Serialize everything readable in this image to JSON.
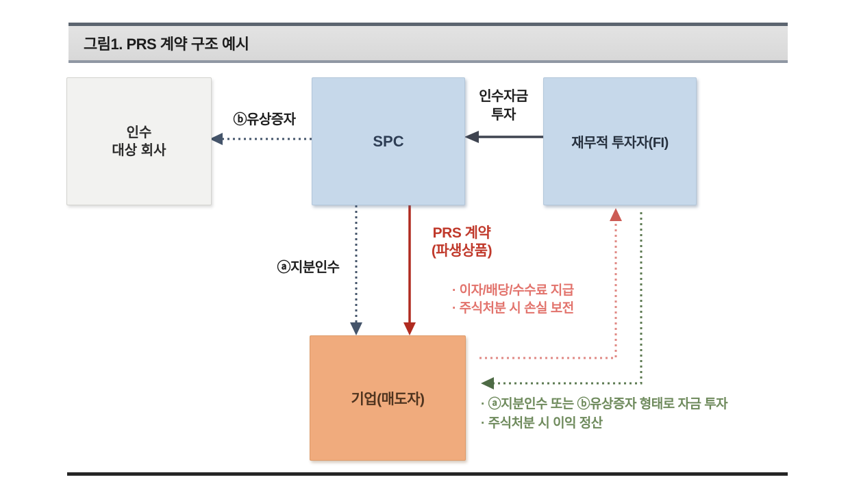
{
  "figure": {
    "title": "그림1. PRS 계약 구조 예시"
  },
  "nodes": {
    "target_company": {
      "line1": "인수",
      "line2": "대상 회사"
    },
    "spc": {
      "label": "SPC"
    },
    "financial_investor": {
      "label": "재무적 투자자(FI)"
    },
    "company_seller": {
      "label": "기업(매도자)"
    }
  },
  "arrows": {
    "rights_issue": {
      "label": "ⓑ유상증자",
      "direction": "SPC → 인수 대상 회사",
      "style": "dotted-navy"
    },
    "acquisition_funds": {
      "line1": "인수자금",
      "line2": "투자",
      "direction": "재무적 투자자(FI) → SPC",
      "style": "solid-dark"
    },
    "equity_acquisition": {
      "label": "ⓐ지분인수",
      "direction": "SPC → 기업(매도자)",
      "style": "dotted-navy"
    },
    "prs_contract": {
      "line1": "PRS 계약",
      "line2": "(파생상품)",
      "direction": "SPC → 기업(매도자)",
      "style": "solid-red"
    },
    "payment_to_fi": {
      "note1": "· 이자/배당/수수료 지급",
      "note2": "· 주식처분 시 손실 보전",
      "direction": "기업(매도자) → 재무적 투자자(FI)",
      "style": "dotted-pink"
    },
    "investment_to_company": {
      "note1": "· ⓐ지분인수 또는 ⓑ유상증자 형태로 자금 투자",
      "note2": "· 주식처분 시 이익 정산",
      "direction": "재무적 투자자(FI) → 기업(매도자)",
      "style": "dotted-green"
    }
  },
  "colors": {
    "box_blue": "#c6d8ea",
    "box_gray": "#f2f2f0",
    "box_orange": "#f0ab7d",
    "navy_arrow": "#44546a",
    "dark_arrow": "#3f4450",
    "red_arrow": "#b02b20",
    "pink_arrow": "#e08a85",
    "green_arrow": "#5d7a52",
    "title_bar_bg": "#dddddd"
  }
}
